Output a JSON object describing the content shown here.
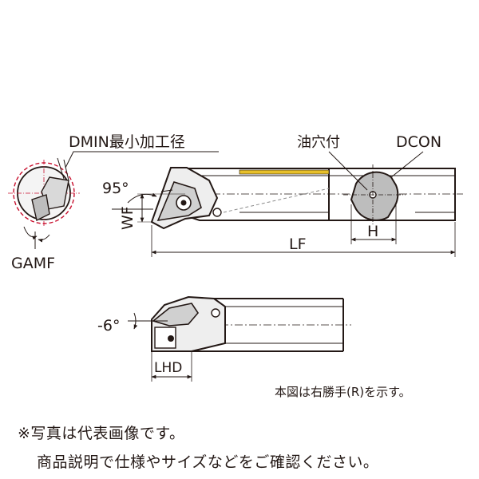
{
  "labels": {
    "dmin": "DMIN最小加工径",
    "gamf": "GAMF",
    "angle_95": "95°",
    "wf": "WF",
    "lf": "LF",
    "oil_hole": "油穴付",
    "dcon": "DCON",
    "h": "H",
    "angle_neg6": "-6°",
    "lhd": "LHD",
    "hand_note": "本図は右勝手(R)を示す。"
  },
  "notes": {
    "photo": "※写真は代表画像です。",
    "check": "商品説明で仕様やサイズなどをご確認ください。"
  },
  "colors": {
    "line": "#231815",
    "accent_red": "#c8102e",
    "stripe_yellow": "#e8c02a",
    "gray": "#8c8c8c"
  }
}
